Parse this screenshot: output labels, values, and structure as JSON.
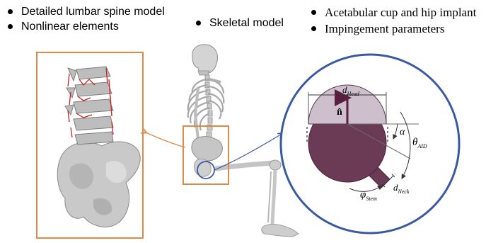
{
  "left_bullets": [
    "Detailed lumbar spine model",
    "Nonlinear elements"
  ],
  "middle_bullets": [
    "Skeletal model"
  ],
  "right_bullets": [
    "Acetabular cup and hip implant",
    "Impingement parameters"
  ],
  "implant_labels": {
    "d_head": "d",
    "d_head_sub": "Head",
    "normal": "n̂",
    "alpha": "α",
    "theta": "θ",
    "theta_sub": "AID",
    "phi": "φ",
    "phi_sub": "Stem",
    "d_neck": "d",
    "d_neck_sub": "Neck"
  },
  "colors": {
    "orange": "#e08a45",
    "blue": "#3a5aa0",
    "implant": "#6b3a55",
    "cup": "#cdbfcb"
  }
}
